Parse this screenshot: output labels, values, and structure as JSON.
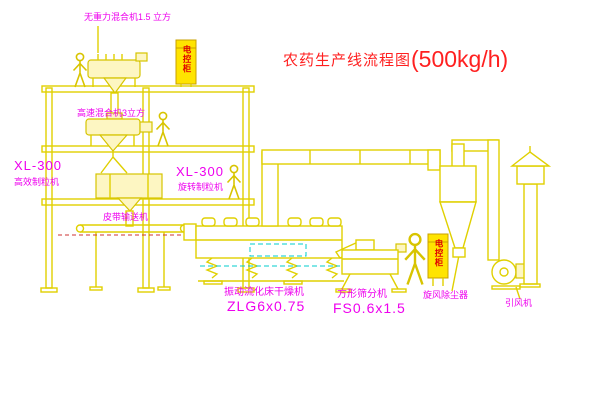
{
  "title": {
    "main": "农药生产线流程图",
    "capacity": "(500kg/h)"
  },
  "labels": {
    "mixer_top": "无重力混合机1.5 立方",
    "high_speed_mixer": "高速混合机3立方",
    "granulator_left_model": "XL-300",
    "granulator_left_name": "高效制粒机",
    "granulator_mid_model": "XL-300",
    "granulator_mid_name": "旋转制粒机",
    "belt_conveyor": "皮带输送机",
    "dryer_name": "振动流化床干燥机",
    "dryer_model": "ZLG6x0.75",
    "sieve_name": "方形筛分机",
    "sieve_model": "FS0.6x1.5",
    "cyclone_name": "旋风除尘器",
    "fan_name": "引风机",
    "control_cabinet": "电控柜"
  },
  "colors": {
    "line_yellow": "#e0d000",
    "machine_fill": "#fdf6c2",
    "label_magenta": "#ee00ee",
    "title_red": "#ff2020",
    "dash_cyan": "#00cccc",
    "dash_red": "#cc3333",
    "cabinet_fill": "#ffe400",
    "cabinet_text": "#e00000"
  }
}
